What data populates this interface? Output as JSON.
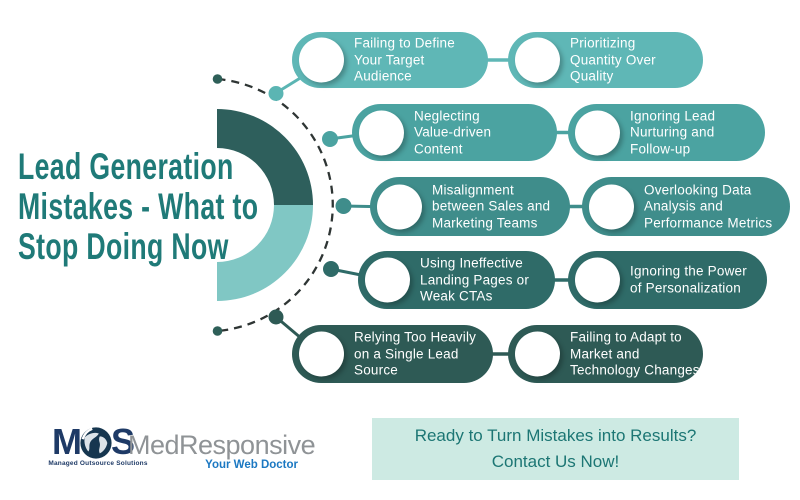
{
  "title": {
    "text": "Lead Generation\nMistakes - What to\nStop Doing Now"
  },
  "mistakes": [
    {
      "label": "Failing to Define\nYour Target\nAudience",
      "color": "#5FB7B6"
    },
    {
      "label": "Prioritizing\nQuantity Over\nQuality",
      "color": "#5FB7B6"
    },
    {
      "label": "Neglecting\nValue-driven\nContent",
      "color": "#4BA3A1"
    },
    {
      "label": "Ignoring Lead\nNurturing and\nFollow-up",
      "color": "#4BA3A1"
    },
    {
      "label": "Misalignment\nbetween Sales and\nMarketing Teams",
      "color": "#3F8D8B"
    },
    {
      "label": "Overlooking Data\nAnalysis and\nPerformance Metrics",
      "color": "#3F8D8B"
    },
    {
      "label": "Using Ineffective\nLanding Pages or\nWeak CTAs",
      "color": "#2F6B68"
    },
    {
      "label": "Ignoring the Power\nof Personalization",
      "color": "#2F6B68"
    },
    {
      "label": "Relying Too Heavily\non a Single Lead\nSource",
      "color": "#2E5A55"
    },
    {
      "label": "Failing to Adapt to\nMarket and\nTechnology Changes",
      "color": "#2E5A55"
    }
  ],
  "cta": {
    "line1": "Ready to Turn Mistakes into Results?",
    "line2": "Contact Us Now!",
    "background": "#CDEAE3",
    "text_color": "#1C7674"
  },
  "logo": {
    "letter_m": "M",
    "letter_s": "S",
    "tagline": "Managed Outsource Solutions",
    "brand": "MedResponsive",
    "slogan": "Your Web Doctor"
  },
  "colors": {
    "title": "#1F7A78",
    "arc_dark": "#2E5F5C",
    "arc_light": "#80C7C4",
    "dashed_line": "#2E3534",
    "background": "#FFFFFF",
    "row_colors": [
      "#5FB7B6",
      "#4BA3A1",
      "#3F8D8B",
      "#2F6B68",
      "#2E5A55"
    ]
  }
}
